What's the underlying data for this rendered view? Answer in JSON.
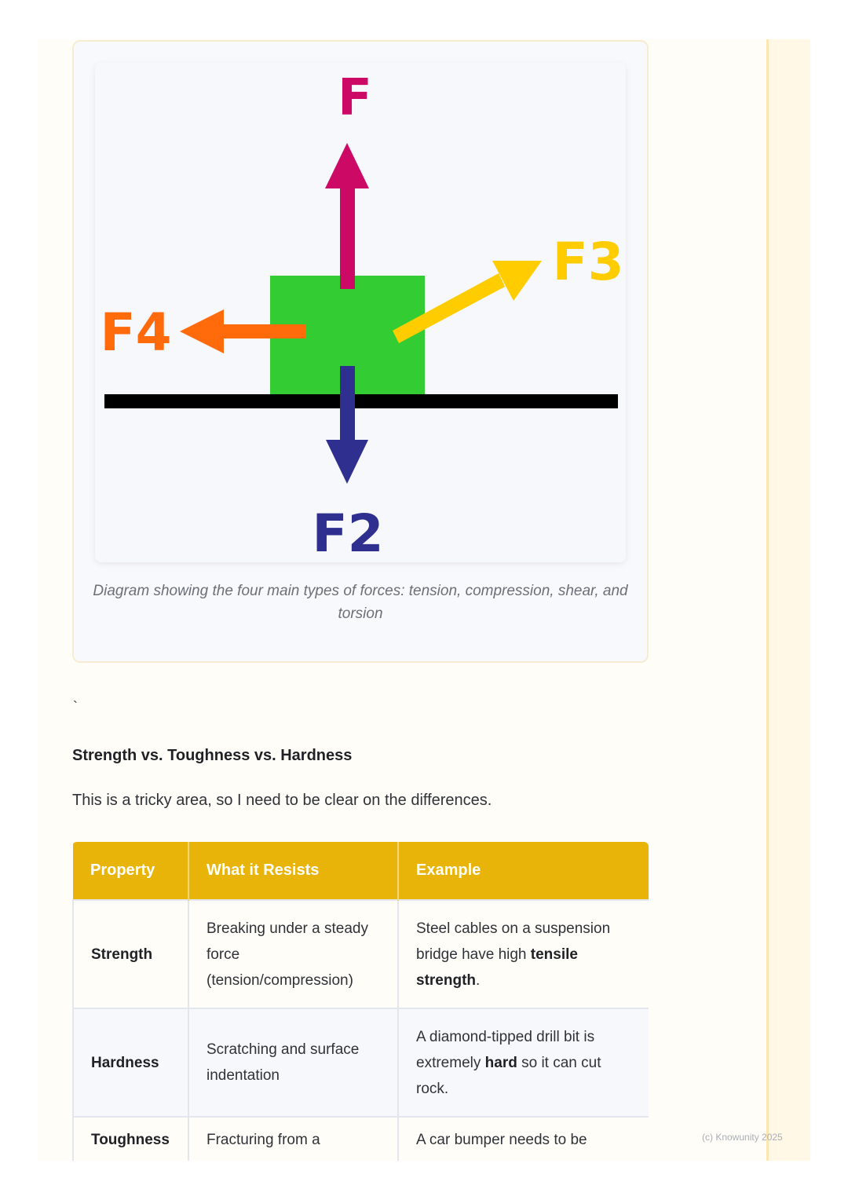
{
  "figure": {
    "labels": {
      "up": "F",
      "diagonal": "F3",
      "left": "F4",
      "down": "F2"
    },
    "colors": {
      "up_arrow": "#cc0a66",
      "diagonal_arrow": "#ffcc00",
      "left_arrow": "#ff6a0a",
      "down_arrow": "#2e2f8f",
      "block": "#33cc33",
      "ground": "#000000"
    },
    "caption": "Diagram showing the four main types of forces: tension, compression, shear, and torsion"
  },
  "stray_mark": "`",
  "section": {
    "heading": "Strength vs. Toughness vs. Hardness",
    "intro": "This is a tricky area, so I need to be clear on the differences."
  },
  "table": {
    "headers": [
      "Property",
      "What it Resists",
      "Example"
    ],
    "rows": [
      {
        "property": "Strength",
        "resists": "Breaking under a steady force (tension/compression)",
        "example_before": "Steel cables on a suspension bridge have high ",
        "example_bold": "tensile strength",
        "example_after": "."
      },
      {
        "property": "Hardness",
        "resists": "Scratching and surface indentation",
        "example_before": "A diamond-tipped drill bit is extremely ",
        "example_bold": "hard",
        "example_after": " so it can cut rock."
      },
      {
        "property": "Toughness",
        "resists": "Fracturing from a",
        "example_before": "A car bumper needs to be",
        "example_bold": "",
        "example_after": ""
      }
    ]
  },
  "footer": "(c) Knowunity 2025"
}
